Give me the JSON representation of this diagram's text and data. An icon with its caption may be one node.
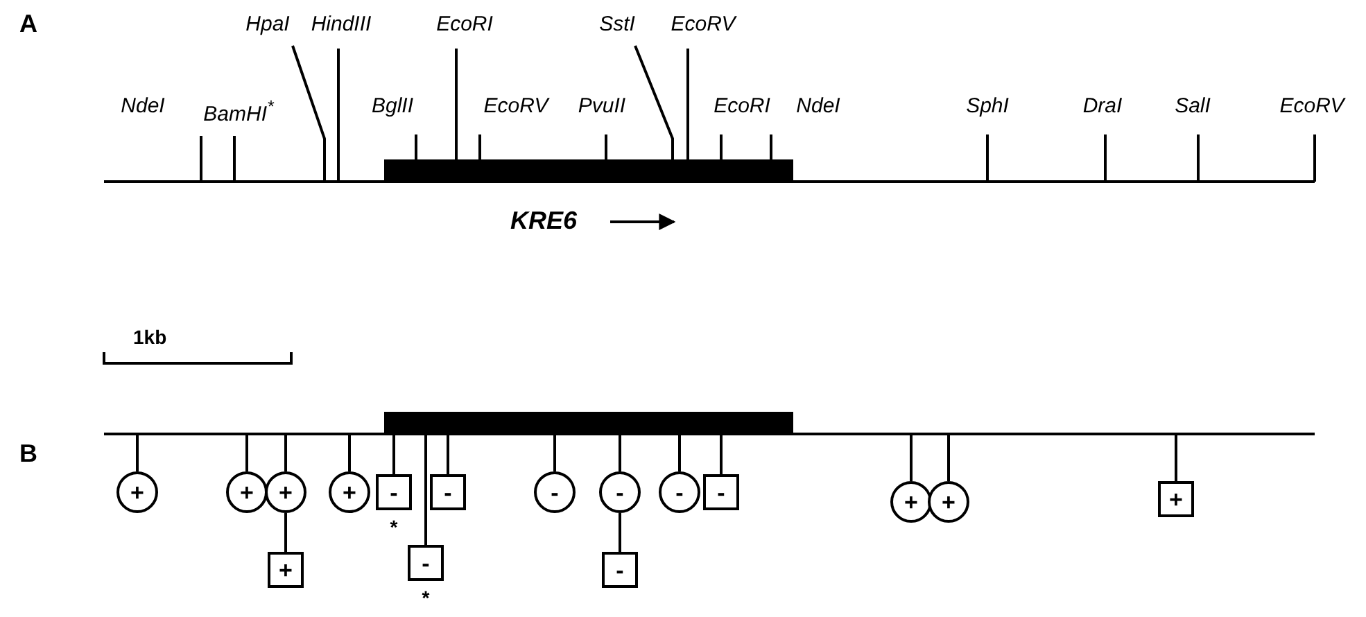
{
  "diagram": {
    "nodes": [
      {
        "text": [],
        "shape": "bar"
      },
      {
        "text": [
          "+"
        ]
      },
      {
        "text": [
          "+"
        ]
      },
      {
        "text": [
          "+"
        ]
      },
      {
        "text": [
          "+"
        ]
      },
      {
        "text": [
          "+"
        ]
      },
      {
        "text": [
          "-"
        ],
        "beside": [
          "*"
        ]
      },
      {
        "text": [
          "-"
        ]
      },
      {
        "text": [
          "-"
        ],
        "beside": [
          "*"
        ]
      },
      {
        "text": [
          "-"
        ]
      },
      {
        "text": [
          "-"
        ]
      },
      {
        "text": [
          "-"
        ]
      },
      {
        "text": [
          "-"
        ]
      },
      {
        "text": [
          "-"
        ]
      },
      {
        "text": [
          "+"
        ]
      },
      {
        "text": [
          "+"
        ]
      },
      {
        "text": [
          "+"
        ]
      }
    ],
    "edges": [
      {
        "from": 0,
        "to": 1,
        "arrow": "none"
      },
      {
        "from": 0,
        "to": 2,
        "arrow": "none"
      },
      {
        "from": 0,
        "to": 3,
        "arrow": "none"
      },
      {
        "from": 3,
        "to": 4,
        "arrow": "none"
      },
      {
        "from": 0,
        "to": 5,
        "arrow": "none"
      },
      {
        "from": 0,
        "to": 6,
        "arrow": "none"
      },
      {
        "from": 0,
        "to": 7,
        "arrow": "none"
      },
      {
        "from": 0,
        "to": 8,
        "arrow": "none"
      },
      {
        "from": 0,
        "to": 9,
        "arrow": "none"
      },
      {
        "from": 0,
        "to": 10,
        "arrow": "none"
      },
      {
        "from": 10,
        "to": 11,
        "arrow": "none"
      },
      {
        "from": 0,
        "to": 12,
        "arrow": "none"
      },
      {
        "from": 0,
        "to": 13,
        "arrow": "none"
      },
      {
        "from": 0,
        "to": 14,
        "arrow": "none"
      },
      {
        "from": 0,
        "to": 15,
        "arrow": "none"
      },
      {
        "from": 0,
        "to": 16,
        "arrow": "none"
      }
    ],
    "labels": [
      "A",
      "HpaI",
      "HindIII",
      "EcoRI",
      "SstI",
      "EcoRV",
      "NdeI",
      "BamHI$^{*}$",
      "BglII",
      "EcoRV",
      "PvuII",
      "EcoRI",
      "NdeI",
      "SphI",
      "DraI",
      "SalI",
      "EcoRV",
      "KRE6",
      "1kb",
      "B"
    ]
  }
}
